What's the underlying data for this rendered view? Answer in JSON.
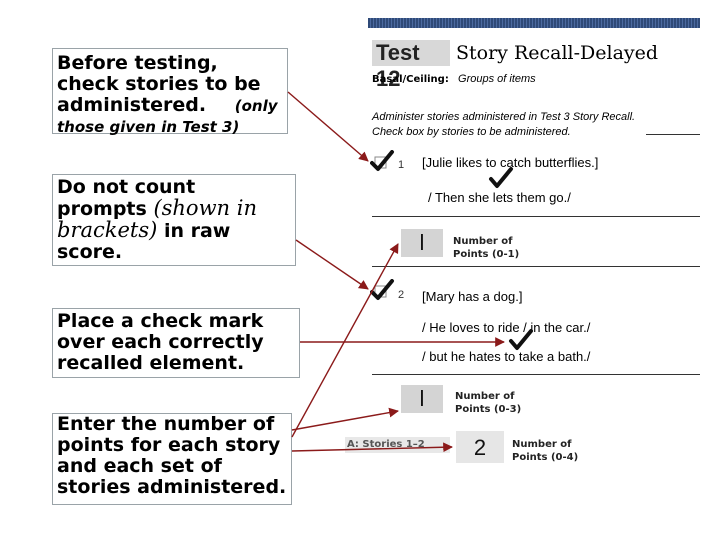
{
  "callouts": {
    "before_testing": {
      "line1": "Before testing,",
      "line2": "check stories to be",
      "line3": "administered.",
      "note_a": "(only",
      "note_b": "those given in Test 3)"
    },
    "prompts": {
      "line1": "Do not count",
      "line2a": "prompts ",
      "line2b": "(shown in",
      "line3a": "brackets)",
      "line3b": " in raw",
      "line4": "score."
    },
    "checkmark": {
      "line1": "Place a check mark",
      "line2": "over each correctly",
      "line3": "recalled element."
    },
    "points": {
      "line1": "Enter the number of",
      "line2": "points for each story",
      "line3": "and each set of",
      "line4": "stories administered."
    }
  },
  "form": {
    "test_label": "Test 12",
    "test_title": "Story Recall-Delayed",
    "basal_label": "Basal/Ceiling:",
    "basal_value": "Groups of items",
    "instruction_1": "Administer stories administered in Test 3 Story Recall.",
    "instruction_2": "Check box by stories to be administered.",
    "story1": {
      "number": "1",
      "prompt": "[Julie likes to catch butterflies.]",
      "element": "/ Then she lets them go./",
      "score": "l",
      "points_label_1": "Number of",
      "points_label_2": "Points (0-1)"
    },
    "story2": {
      "number": "2",
      "prompt": "[Mary has a dog.]",
      "element_1": "/ He loves to ride / in the car./",
      "element_2": "/ but he hates to take a bath./",
      "score": "l",
      "points_label_1": "Number of",
      "points_label_2": "Points (0-3)"
    },
    "total": {
      "tag": "A: Stories 1–2",
      "score": "2",
      "points_label_1": "Number of",
      "points_label_2": "Points (0-4)"
    }
  },
  "colors": {
    "arrow": "#8b1a1a",
    "topbar": "#2f4a78",
    "callout_border": "#9aa3a8"
  },
  "icons": [
    "checkmark-icon",
    "checkbox-checked-icon",
    "arrow-icon"
  ]
}
